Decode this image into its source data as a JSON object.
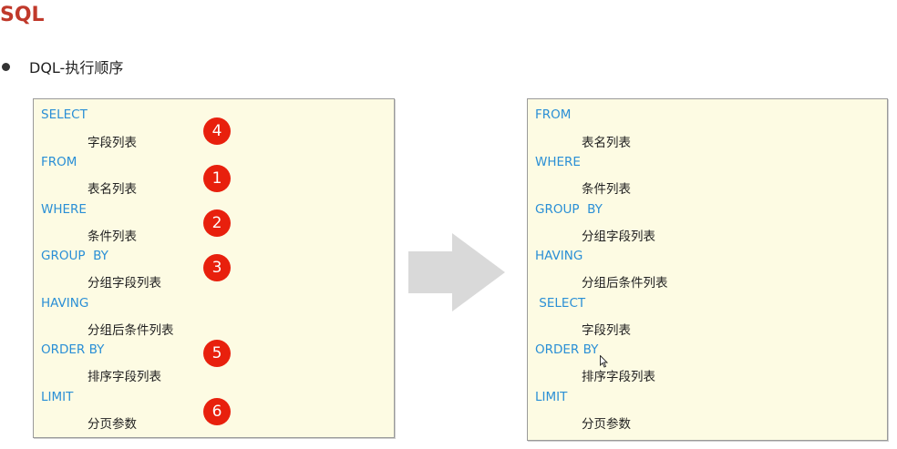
{
  "title": "SQL",
  "bullet": "DQL-执行顺序",
  "left": {
    "rows": [
      {
        "keyword": "SELECT",
        "item": "字段列表",
        "badge": "4"
      },
      {
        "keyword": "FROM",
        "item": "表名列表",
        "badge": "1"
      },
      {
        "keyword": "WHERE",
        "item": "条件列表",
        "badge": "2"
      },
      {
        "keyword": "GROUP  BY",
        "item": "分组字段列表",
        "badge": "3"
      },
      {
        "keyword": "HAVING",
        "item": "分组后条件列表",
        "badge": ""
      },
      {
        "keyword": "ORDER BY",
        "item": "排序字段列表",
        "badge": "5"
      },
      {
        "keyword": "LIMIT",
        "item": "分页参数",
        "badge": "6"
      }
    ]
  },
  "right": {
    "rows": [
      {
        "keyword": "FROM",
        "item": "表名列表"
      },
      {
        "keyword": "WHERE",
        "item": "条件列表"
      },
      {
        "keyword": "GROUP  BY",
        "item": "分组字段列表"
      },
      {
        "keyword": "HAVING",
        "item": "分组后条件列表"
      },
      {
        "keyword": " SELECT",
        "item": "字段列表"
      },
      {
        "keyword": "ORDER BY",
        "item": "排序字段列表"
      },
      {
        "keyword": "LIMIT",
        "item": "分页参数"
      }
    ]
  },
  "colors": {
    "title": "#c0392b",
    "keyword": "#2a8fd6",
    "badge": "#e8200d",
    "panel": "#fdfbe3",
    "arrow": "#d9d9d9"
  }
}
